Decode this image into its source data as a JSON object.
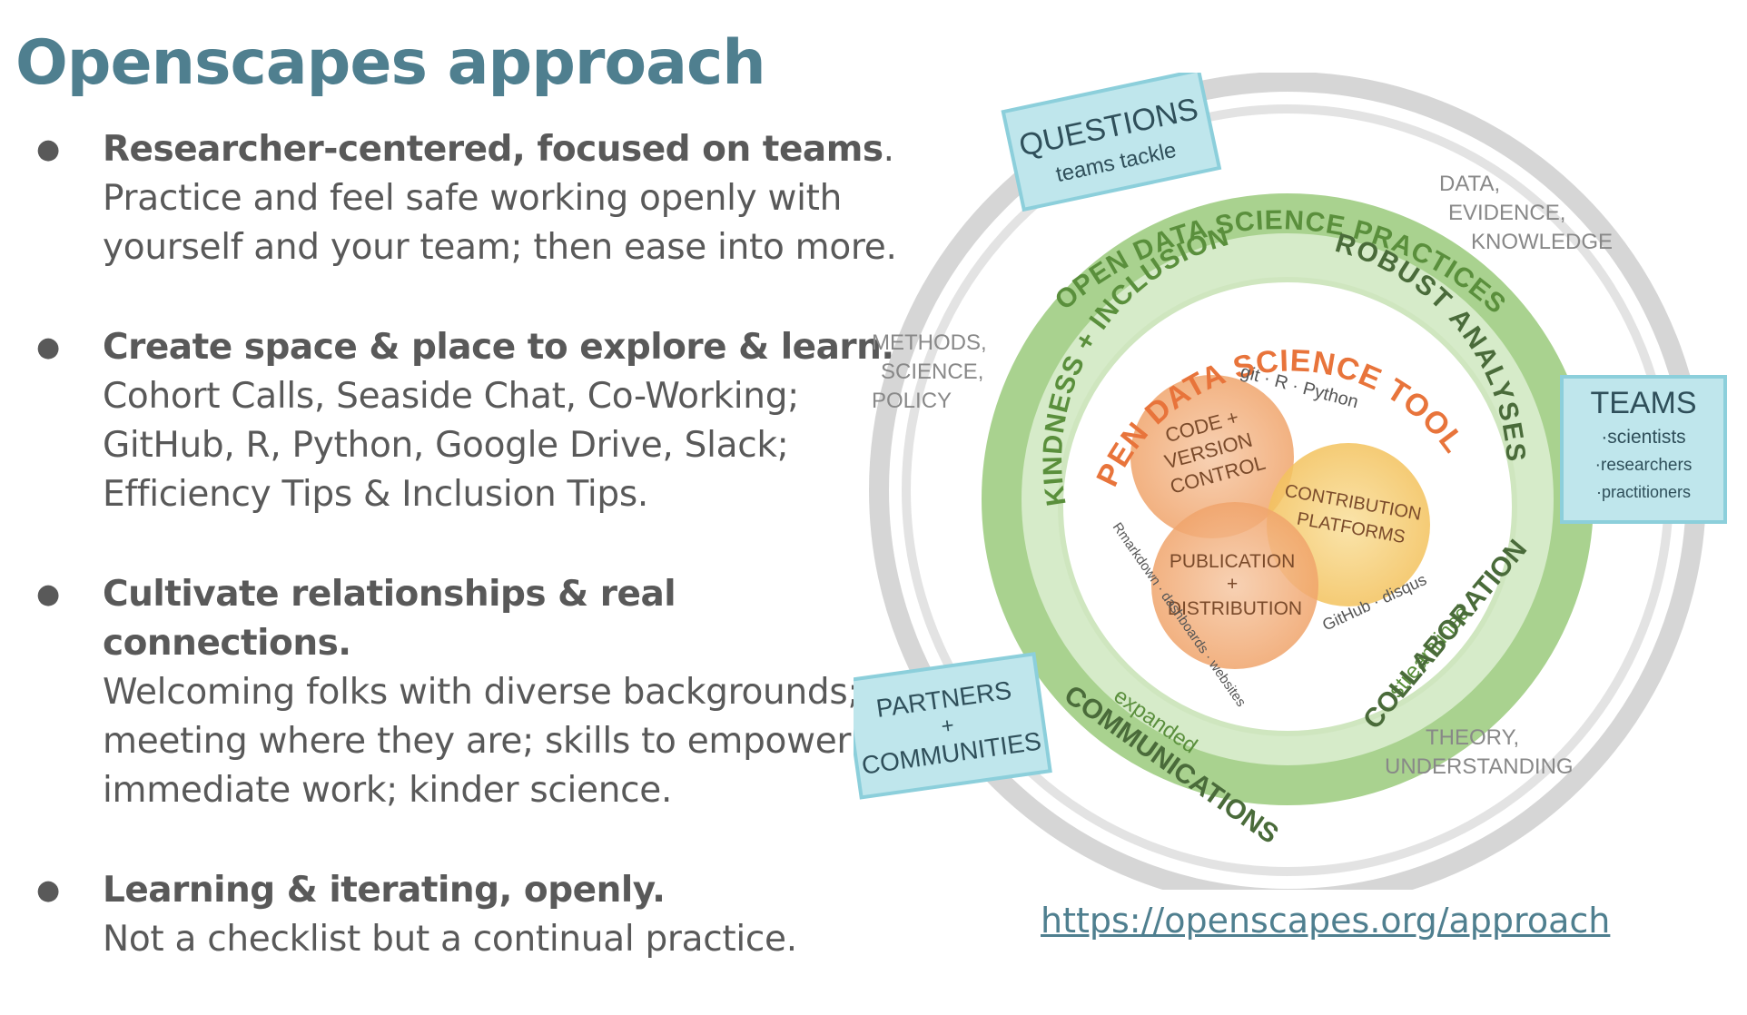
{
  "title": "Openscapes approach",
  "bullets": [
    {
      "heading": "Researcher-centered, focused on teams",
      "heading_suffix": ".",
      "lines": [
        "Practice and feel safe working openly with",
        "yourself and your team; then ease into more."
      ]
    },
    {
      "heading": "Create space & place to explore & learn.",
      "heading_suffix": "",
      "lines": [
        "Cohort Calls, Seaside Chat, Co-Working;",
        "GitHub, R, Python, Google Drive, Slack;",
        "Efficiency Tips & Inclusion Tips."
      ]
    },
    {
      "heading": "Cultivate relationships & real connections.",
      "heading_suffix": "",
      "lines": [
        "Welcoming folks with diverse backgrounds;",
        "meeting where they are; skills to empower",
        "immediate work; kinder science."
      ]
    },
    {
      "heading": "Learning & iterating, openly.",
      "heading_suffix": "",
      "lines": [
        "Not a checklist but a continual practice."
      ]
    }
  ],
  "diagram": {
    "questions": [
      "QUESTIONS",
      "teams tackle"
    ],
    "teams": [
      "TEAMS",
      "·scientists",
      "·researchers",
      "·practitioners"
    ],
    "partners": [
      "PARTNERS",
      "+",
      "COMMUNITIES"
    ],
    "data_evidence": [
      "DATA,",
      "EVIDENCE,",
      "KNOWLEDGE"
    ],
    "methods": [
      "METHODS,",
      "SCIENCE,",
      "POLICY"
    ],
    "theory": [
      "THEORY,",
      "UNDERSTANDING"
    ],
    "practices_title": "OPEN DATA SCIENCE PRACTICES",
    "kindness": "KINDNESS + INCLUSION",
    "robust": "ROBUST ANALYSES",
    "streamlined": [
      "streamlined",
      "COLLABORATION"
    ],
    "expanded": [
      "expanded",
      "COMMUNICATIONS"
    ],
    "tools_title": "OPEN DATA SCIENCE TOOLS",
    "git_r_python": "git · R · Python",
    "code": [
      "CODE +",
      "VERSION",
      "CONTROL"
    ],
    "contribution": [
      "CONTRIBUTION",
      "PLATFORMS"
    ],
    "publication": [
      "PUBLICATION",
      "+",
      "DISTRIBUTION"
    ],
    "github_disqus": "GitHub · disqus",
    "markdown": "Rmarkdown · dashboards · websites",
    "colors": {
      "cyan_box": "#bfe6ec",
      "green_ring": "#9fcf86",
      "green_text": "#5a8f3c",
      "orange": "#e8743b",
      "gray_ring": "#cfcfcf"
    }
  },
  "link": "https://openscapes.org/approach"
}
